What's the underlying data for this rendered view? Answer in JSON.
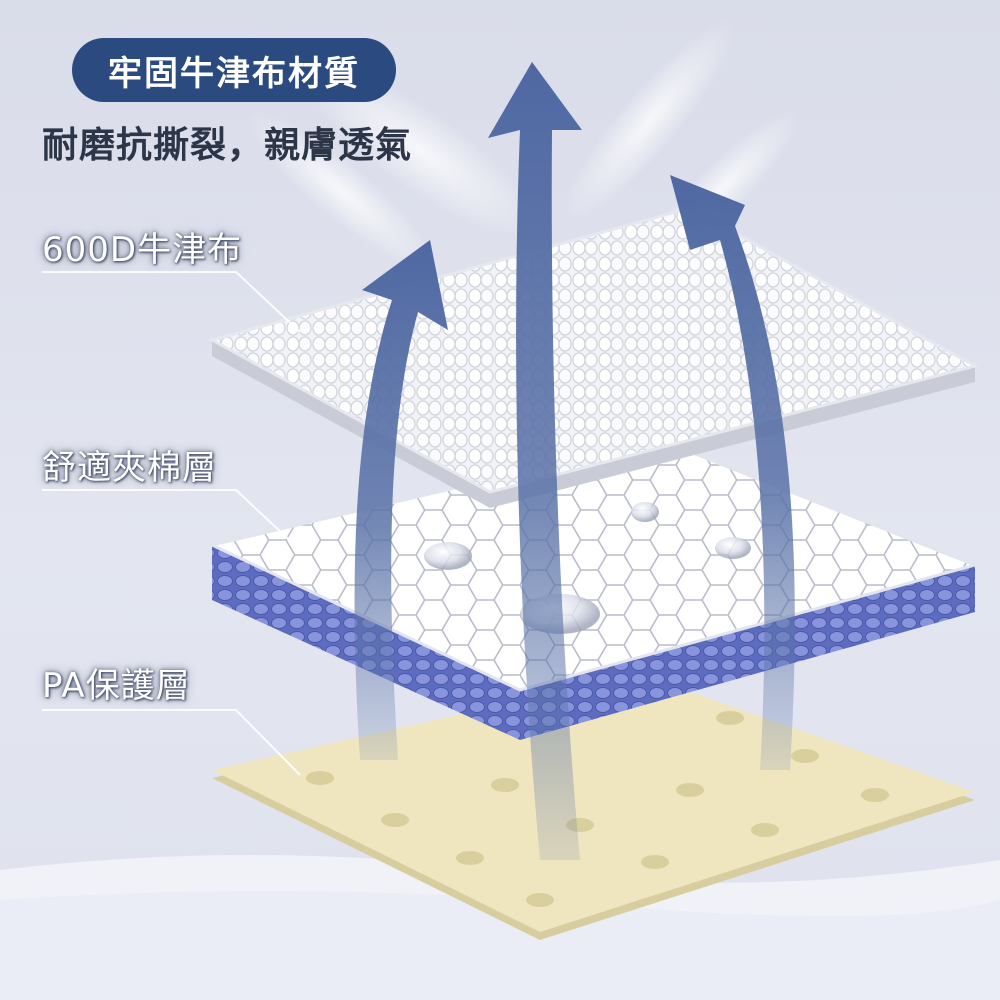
{
  "header": {
    "title": "牢固牛津布材質",
    "subtitle": "耐磨抗撕裂，親膚透氣"
  },
  "layers": [
    {
      "label": "600D牛津布"
    },
    {
      "label": "舒適夾棉層"
    },
    {
      "label": "PA保護層"
    }
  ],
  "colors": {
    "title_pill": "#2b4a80",
    "arrow": "#5b73a8",
    "oxford_cloth": "#f4f5f8",
    "padding_top": "#ffffff",
    "padding_foam": "#6a78c8",
    "pa_layer": "#efe6bf",
    "background": "#dde0ec"
  },
  "icons": [
    "up-arrow-icon",
    "water-droplet-icon"
  ]
}
